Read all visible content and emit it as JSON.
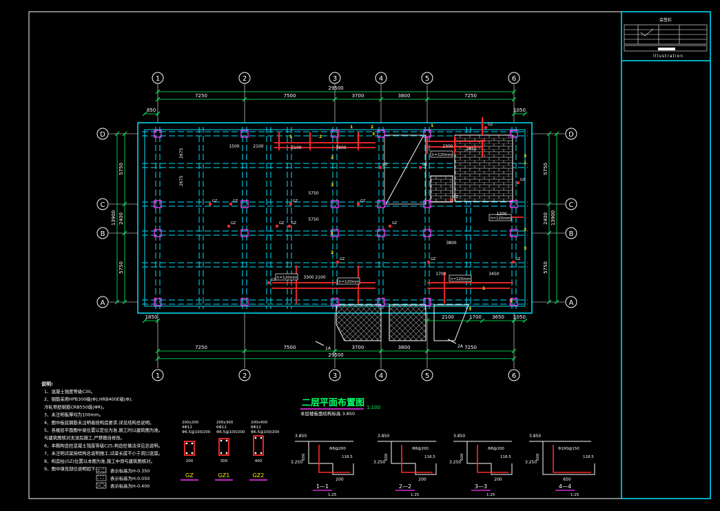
{
  "title_block": {
    "header": "会签栏",
    "illustration": "Illustration"
  },
  "drawing": {
    "title": "二层平面布置图",
    "scale": "1:100",
    "subtitle": "本层楼板面结构标高 3.850"
  },
  "axes": {
    "vertical": [
      "1",
      "2",
      "3",
      "4",
      "5",
      "6"
    ],
    "horizontal": [
      "D",
      "C",
      "B",
      "A"
    ]
  },
  "dimensions": {
    "top_segments": [
      "7250",
      "7500",
      "3700",
      "3800",
      "7250"
    ],
    "total": "29500",
    "left_segments": [
      "5750",
      "2400",
      "5750"
    ],
    "left_total": "13900",
    "top_small_left": "850",
    "top_small_right": "1050",
    "bottom_small_left": "1850",
    "bottom_small_right": "1050",
    "bottom_inner": [
      "2100",
      "1700",
      "3650"
    ]
  },
  "notes": {
    "heading": "说明:",
    "items": [
      "1、混凝土强度等级C30。",
      "2、钢筋采用HPB300级(Φ);HRB400E级(Φ);",
      "   冷轧带肋钢筋CRB550级(ΦR)。",
      "3、未注明板厚均为100mm。",
      "4、图中板底钢筋未注明者按构造要求,详见结构总说明。",
      "5、各楼层平面图中梁位置以定位为准,施工时以建筑图为准。",
      "   与建筑图核对无误后施工,严禁擅自修改。",
      "6、本图构造柱混凝土强度等级C25,构造柱做法详见总说明。",
      "7、未注明过梁按结构总说明施工,过梁长度不小于洞口宽度。",
      "8、构造柱(GZ)位置以本图为准,施工中须与建筑图核对。",
      "9、图中填充部位说明如下:"
    ],
    "legend": [
      "表示标高为H-0.350",
      "表示标高为H-0.050",
      "表示标高为H-0.400"
    ]
  },
  "columns": [
    {
      "label": "GZ",
      "spec1": "200x200",
      "spec2": "4Φ12",
      "spec3": "Φ6.5@100/200",
      "dim": "200"
    },
    {
      "label": "GZ1",
      "spec1": "200x300",
      "spec2": "6Φ12",
      "spec3": "Φ6.5@100/200",
      "dim": "300"
    },
    {
      "label": "GZ2",
      "spec1": "200x400",
      "spec2": "8Φ12",
      "spec3": "Φ6.5@100/200",
      "dim": "400"
    }
  ],
  "sections": [
    {
      "label": "1—1",
      "scale": "1:25",
      "elev_top": "3.850",
      "elev_bot": "3.250",
      "rebar": "Φ8@200",
      "len": "118.5",
      "w": "200",
      "h": "600"
    },
    {
      "label": "2—2",
      "scale": "1:25",
      "elev_top": "3.850",
      "elev_bot": "3.250",
      "rebar": "Φ8@200",
      "len": "118.5",
      "w": "200",
      "h": "600"
    },
    {
      "label": "3—3",
      "scale": "1:25",
      "elev_top": "3.850",
      "elev_bot": "3.250",
      "rebar": "Φ8@200",
      "len": "118.5",
      "w": "200",
      "h": "600"
    },
    {
      "label": "4—4",
      "scale": "1:25",
      "elev_top": "3.850",
      "elev_bot": "3.250",
      "rebar": "Φ100@150",
      "len": "118.5",
      "w": "650",
      "h": "600"
    }
  ],
  "labels": {
    "gz": "GZ",
    "h120": "h=120mm",
    "ref_a": "1A",
    "ref_b": "2A"
  }
}
